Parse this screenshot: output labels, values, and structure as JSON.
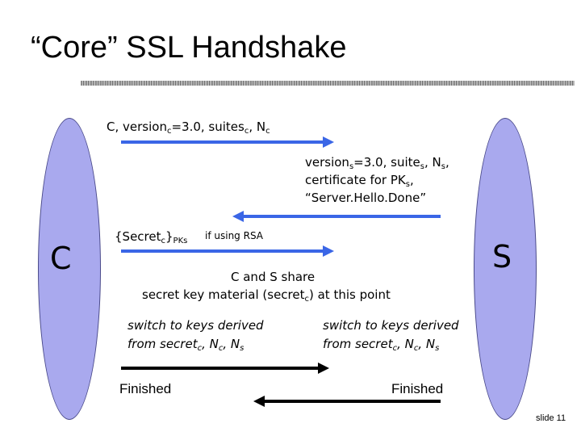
{
  "title": "“Core” SSL Handshake",
  "parties": {
    "client": "C",
    "server": "S"
  },
  "messages": {
    "m1": {
      "a": "C, version",
      "a_sub": "c",
      "b": "=3.0, suites",
      "b_sub": "c",
      "c": ", N",
      "c_sub": "c"
    },
    "m2": {
      "line1": {
        "a": "version",
        "a_sub": "s",
        "b": "=3.0, suite",
        "b_sub": "s",
        "c": ", N",
        "c_sub": "s",
        "d": ","
      },
      "line2": {
        "a": "certificate for PK",
        "a_sub": "s",
        "b": ","
      },
      "line3": "“Server.Hello.Done”"
    },
    "m3": {
      "a": "{Secret",
      "a_sub": "c",
      "b": "}",
      "b_sub": "PKs",
      "note": "if using RSA"
    }
  },
  "share": {
    "line1": "C and S share",
    "line2_a": "secret key material (secret",
    "line2_sub": "c",
    "line2_b": ") at this point"
  },
  "switch": {
    "client": {
      "line1": "switch to keys derived",
      "line2_a": "from secret",
      "sub1": "c",
      "mid": ", N",
      "sub2": "c",
      "mid2": ", N",
      "sub3": "s"
    },
    "server": {
      "line1": "switch to keys derived",
      "line2_a": "from secret",
      "sub1": "c",
      "mid": ", N",
      "sub2": "c",
      "mid2": ", N",
      "sub3": "s"
    }
  },
  "finished": {
    "client": "Finished",
    "server": "Finished"
  },
  "footer": "slide 11",
  "colors": {
    "arrow_blue": "#3a66e6",
    "arrow_black": "#000000",
    "ellipse_fill": "#a9a9ee"
  }
}
